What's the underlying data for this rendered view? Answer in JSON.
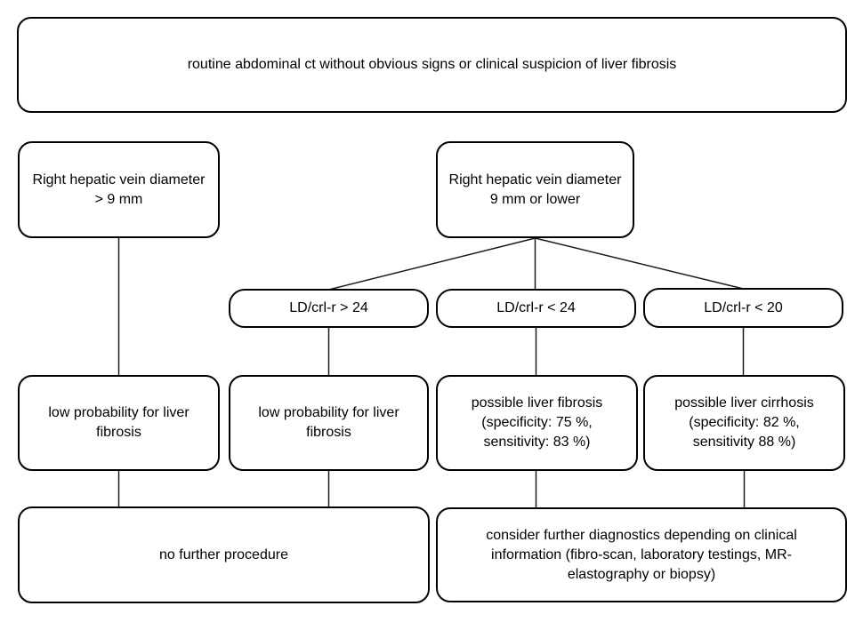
{
  "flowchart": {
    "colors": {
      "background": "#ffffff",
      "box_border": "#000000",
      "text": "#000000",
      "connector": "#1a1a1a"
    },
    "nodes": {
      "root": {
        "lines": [
          "routine abdominal ct without obvious signs or clinical suspicion of liver fibrosis"
        ]
      },
      "rhv_gt_9": {
        "lines": [
          "Right hepatic vein diameter",
          "> 9 mm"
        ]
      },
      "rhv_le_9": {
        "lines": [
          "Right hepatic vein diameter",
          "9 mm or lower"
        ]
      },
      "ld_gt_24": {
        "lines": [
          "LD/crl-r > 24"
        ]
      },
      "ld_lt_24": {
        "lines": [
          "LD/crl-r < 24"
        ]
      },
      "ld_lt_20": {
        "lines": [
          "LD/crl-r < 20"
        ]
      },
      "low_prob_1": {
        "lines": [
          "low probability for liver",
          "fibrosis"
        ]
      },
      "low_prob_2": {
        "lines": [
          "low probability for liver",
          "fibrosis"
        ]
      },
      "possible_fibrosis": {
        "lines": [
          "possible liver fibrosis",
          "(specificity: 75 %,",
          "sensitivity: 83 %)"
        ]
      },
      "possible_cirrhosis": {
        "lines": [
          "possible liver cirrhosis",
          "(specificity: 82 %,",
          "sensitivity 88 %)"
        ]
      },
      "no_further_procedure": {
        "lines": [
          "no further procedure"
        ]
      },
      "consider_diagnostics": {
        "lines": [
          "consider further diagnostics depending on clinical",
          "information (fibro-scan, laboratory testings, MR-",
          "elastography or biopsy)"
        ]
      }
    }
  }
}
